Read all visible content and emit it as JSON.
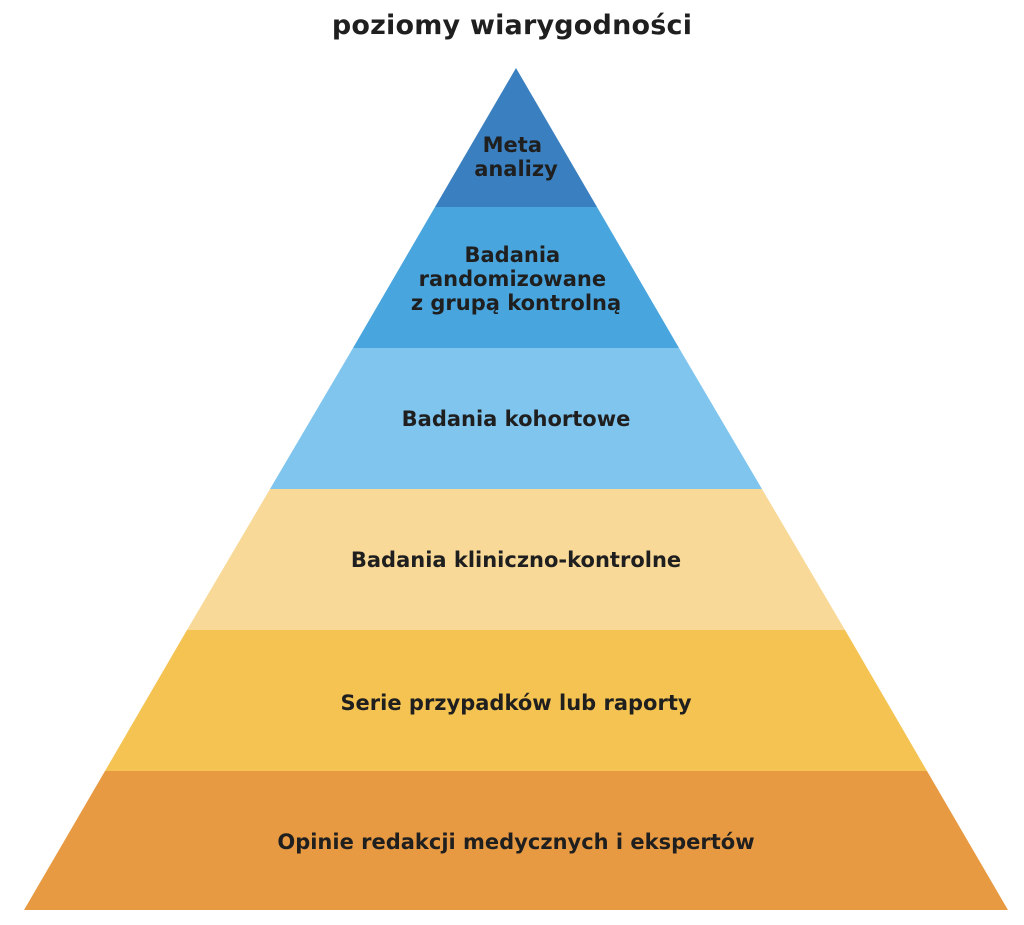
{
  "title": "poziomy wiarygodności",
  "levels": [
    {
      "lines": [
        "Meta",
        "analizy"
      ],
      "color": "#3a7fc0"
    },
    {
      "lines": [
        "Badania",
        "randomizowane",
        "z grupą kontrolną"
      ],
      "color": "#49a5de"
    },
    {
      "lines": [
        "Badania kohortowe"
      ],
      "color": "#80c5ee"
    },
    {
      "lines": [
        "Badania kliniczno-kontrolne"
      ],
      "color": "#f8d997"
    },
    {
      "lines": [
        "Serie przypadków lub raporty"
      ],
      "color": "#f4c351"
    },
    {
      "lines": [
        "Opinie redakcji medycznych i ekspertów"
      ],
      "color": "#e89a42"
    }
  ]
}
